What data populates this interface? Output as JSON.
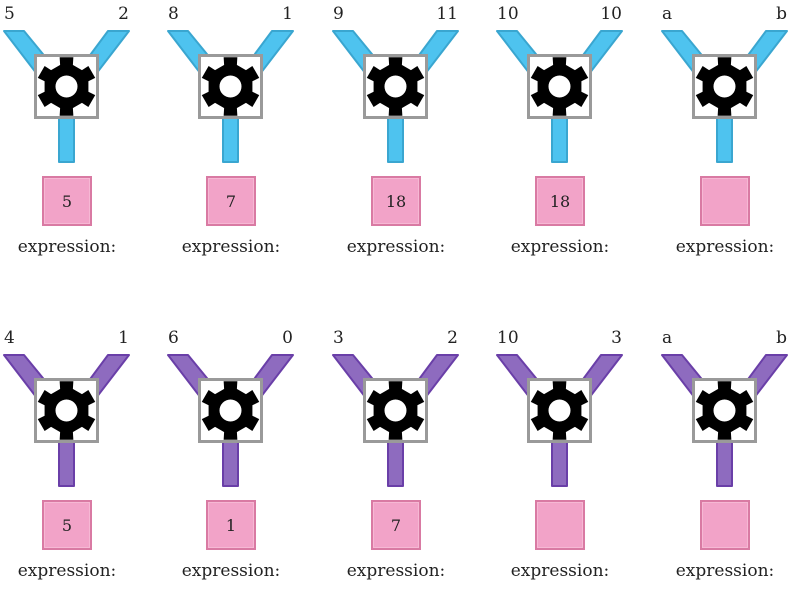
{
  "colors": {
    "row1_pipe_fill": "#4ec3ef",
    "row1_pipe_stroke": "#3aa6d0",
    "row2_pipe_fill": "#8e6bbf",
    "row2_pipe_stroke": "#6a3fa8",
    "machine_box_border": "#9a9a9a",
    "gear": "#000000",
    "output_fill": "#f2a3c8",
    "output_border": "#d97aa3"
  },
  "expression_label": "expression:",
  "rows": [
    {
      "pipe_color": "blue",
      "machines": [
        {
          "input_a": "5",
          "input_b": "2",
          "output": "5"
        },
        {
          "input_a": "8",
          "input_b": "1",
          "output": "7"
        },
        {
          "input_a": "9",
          "input_b": "11",
          "output": "18"
        },
        {
          "input_a": "10",
          "input_b": "10",
          "output": "18"
        },
        {
          "input_a": "a",
          "input_b": "b",
          "output": ""
        }
      ]
    },
    {
      "pipe_color": "purple",
      "machines": [
        {
          "input_a": "4",
          "input_b": "1",
          "output": "5"
        },
        {
          "input_a": "6",
          "input_b": "0",
          "output": "1"
        },
        {
          "input_a": "3",
          "input_b": "2",
          "output": "7"
        },
        {
          "input_a": "10",
          "input_b": "3",
          "output": ""
        },
        {
          "input_a": "a",
          "input_b": "b",
          "output": ""
        }
      ]
    }
  ]
}
